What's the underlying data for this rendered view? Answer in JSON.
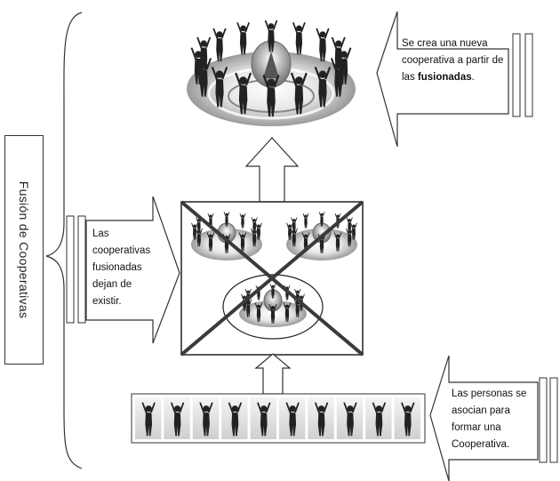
{
  "title": "Fusión de Cooperativas",
  "callouts": {
    "top_right": {
      "text_before": "Se crea una nueva cooperativa a partir de las ",
      "text_bold": "fusionadas",
      "text_after": "."
    },
    "middle_left": {
      "text": "Las cooperativas fusionadas dejan de existir."
    },
    "bottom_right": {
      "text": "Las personas se asocian para formar una Cooperativa."
    }
  },
  "people_count": 10,
  "colors": {
    "cross": "#3a3a3a",
    "line": "#333333",
    "figure": "#222222"
  }
}
